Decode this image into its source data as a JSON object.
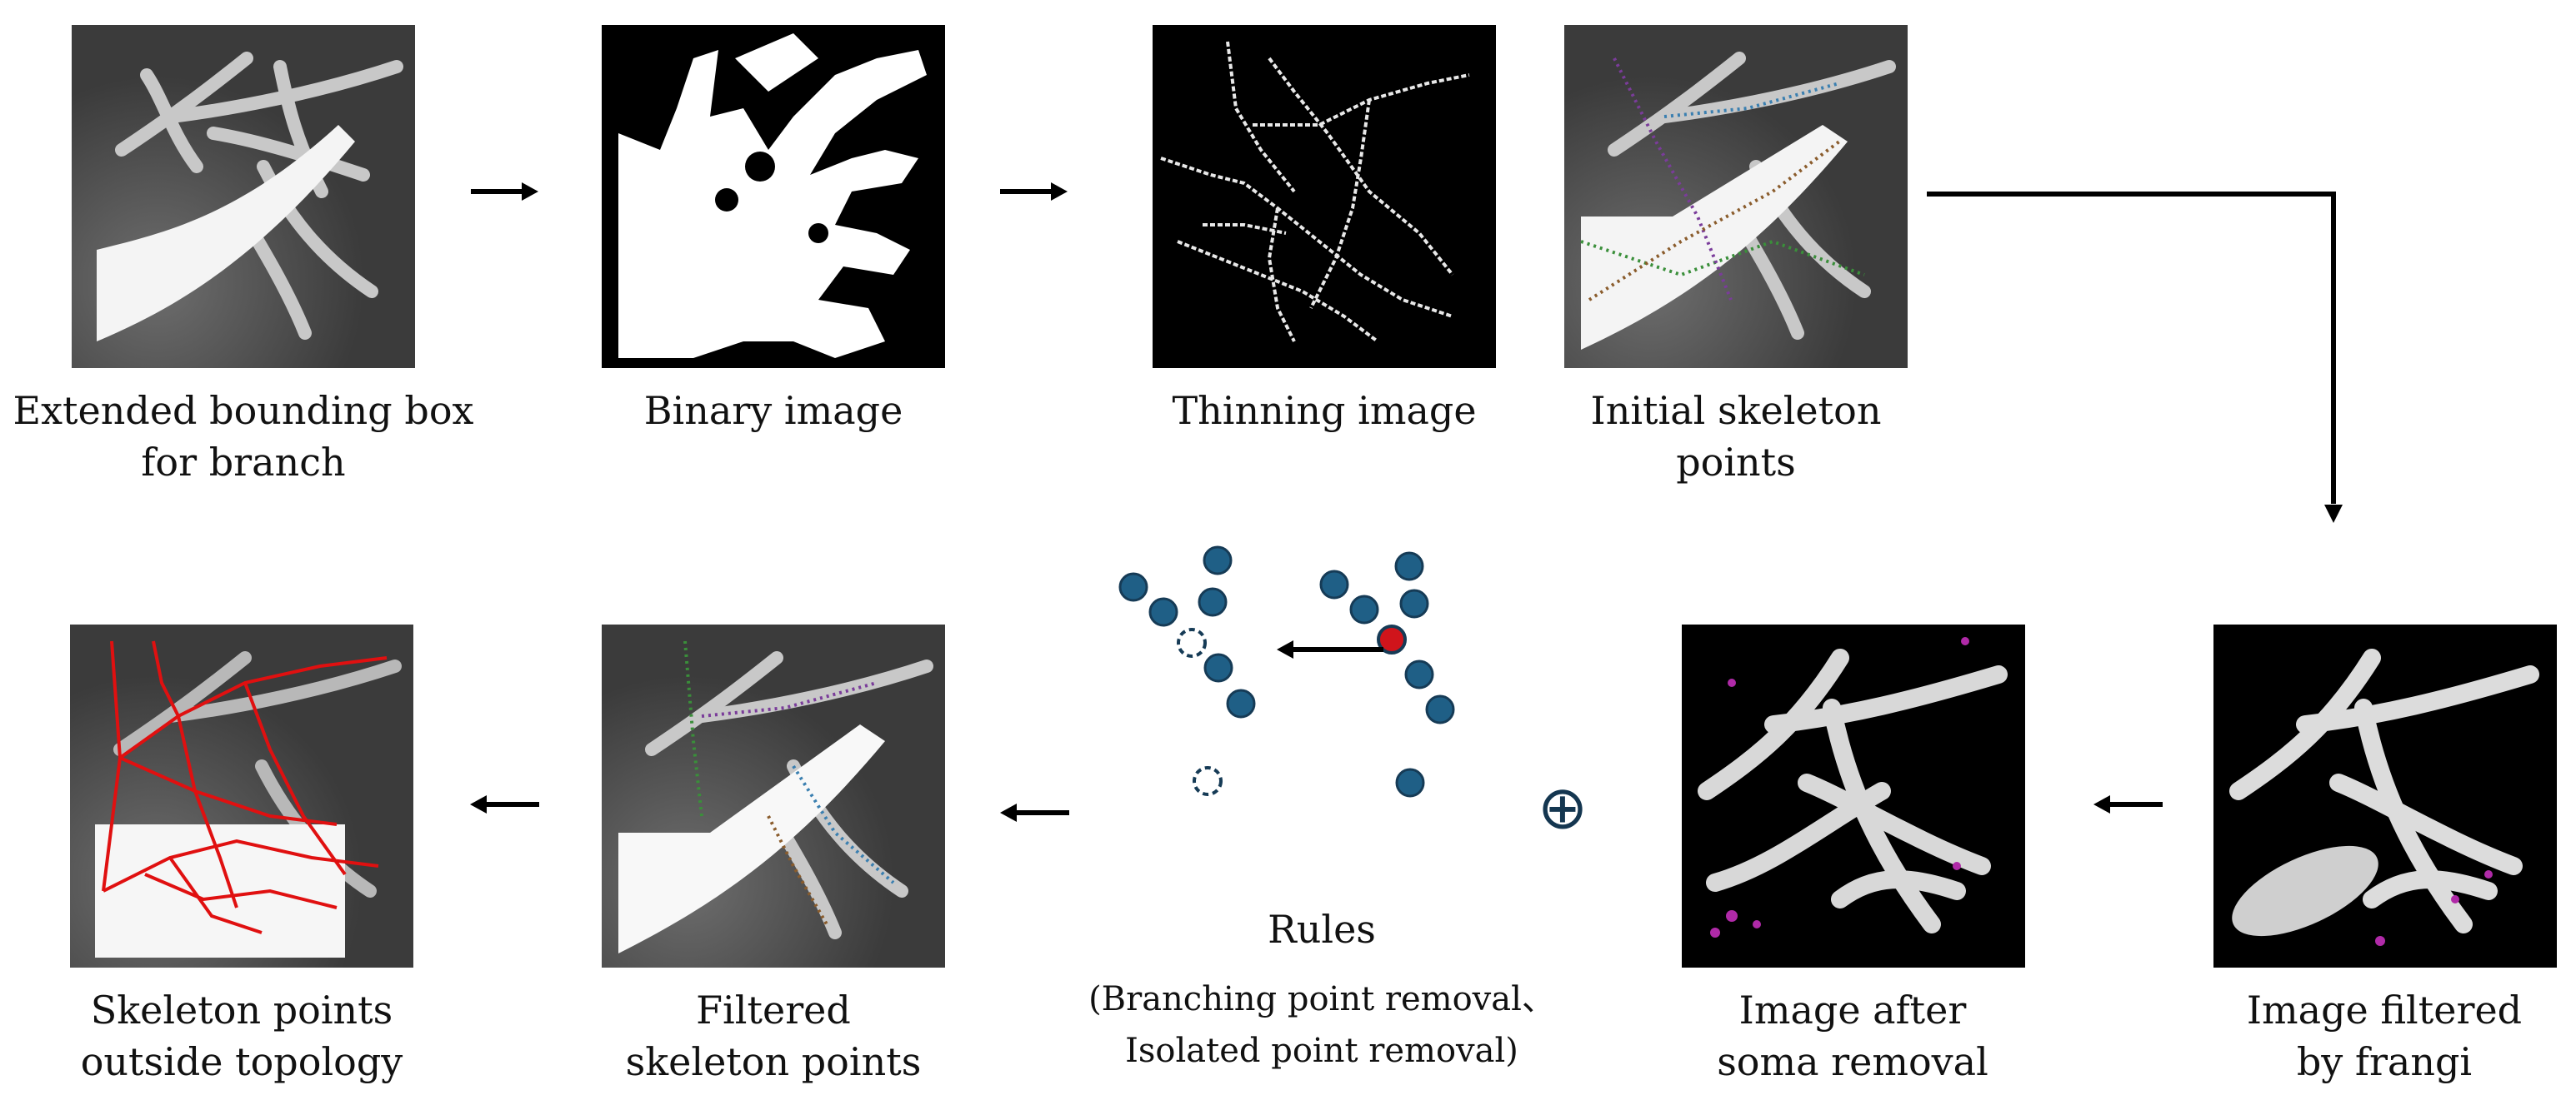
{
  "captions": {
    "extended": [
      "Extended bounding box",
      "for branch"
    ],
    "binary": [
      "Binary image"
    ],
    "thinning": [
      "Thinning image"
    ],
    "initial": [
      "Initial skeleton",
      "points"
    ],
    "frangi": [
      "Image filtered",
      "by frangi"
    ],
    "soma": [
      "Image after",
      "soma removal"
    ],
    "filtered": [
      "Filtered",
      "skeleton points"
    ],
    "outside": [
      "Skeleton points",
      "outside topology"
    ]
  },
  "rules": {
    "title": "Rules",
    "line1": "(Branching point removal、",
    "line2": "Isolated point removal)"
  },
  "combine_symbol": "⊕",
  "colors": {
    "point_fill": "#1f5f86",
    "point_stroke": "#163b56",
    "removed_point": "#d0141b",
    "skeleton_line": "#e01010",
    "arrow": "#000000",
    "combine_symbol": "#143650"
  }
}
